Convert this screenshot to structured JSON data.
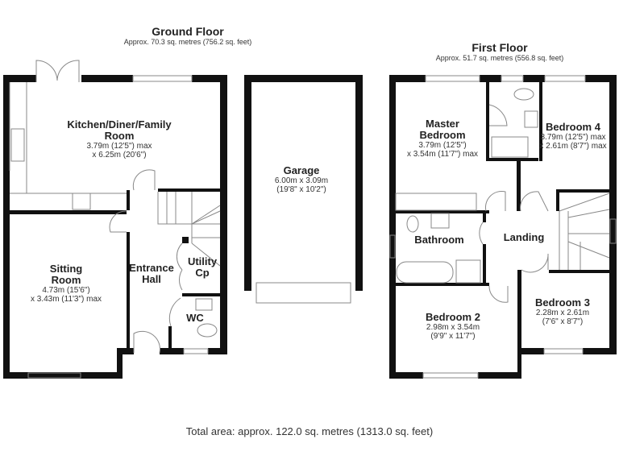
{
  "ground_floor": {
    "title": "Ground Floor",
    "area": "Approx. 70.3 sq. metres (756.2 sq. feet)",
    "rooms": [
      {
        "name": "Kitchen/Diner/Family",
        "name2": "Room",
        "dims": "3.79m (12'5\") max",
        "dims2": "x 6.25m (20'6\")"
      },
      {
        "name": "Sitting",
        "name2": "Room",
        "dims": "4.73m (15'6\")",
        "dims2": "x 3.43m (11'3\") max"
      },
      {
        "name": "Entrance",
        "name2": "Hall"
      },
      {
        "name": "Utility",
        "name2": "Cp"
      },
      {
        "name": "WC"
      },
      {
        "name": "Garage",
        "dims": "6.00m x 3.09m",
        "dims2": "(19'8\" x 10'2\")"
      }
    ]
  },
  "first_floor": {
    "title": "First Floor",
    "area": "Approx. 51.7 sq. metres (556.8 sq. feet)",
    "rooms": [
      {
        "name": "Master",
        "name2": "Bedroom",
        "dims": "3.79m (12'5\")",
        "dims2": "x 3.54m (11'7\") max"
      },
      {
        "name": "Bedroom 4",
        "dims": "3.79m (12'5\") max",
        "dims2": "x 2.61m (8'7\") max"
      },
      {
        "name": "Bathroom"
      },
      {
        "name": "Landing"
      },
      {
        "name": "Bedroom 2",
        "dims": "2.98m x 3.54m",
        "dims2": "(9'9\" x 11'7\")"
      },
      {
        "name": "Bedroom 3",
        "dims": "2.28m x 2.61m",
        "dims2": "(7'6\" x 8'7\")"
      }
    ]
  },
  "total_area": "Total area: approx. 122.0 sq. metres (1313.0 sq. feet)",
  "colors": {
    "wall": "#111111",
    "fixture": "#888888"
  }
}
